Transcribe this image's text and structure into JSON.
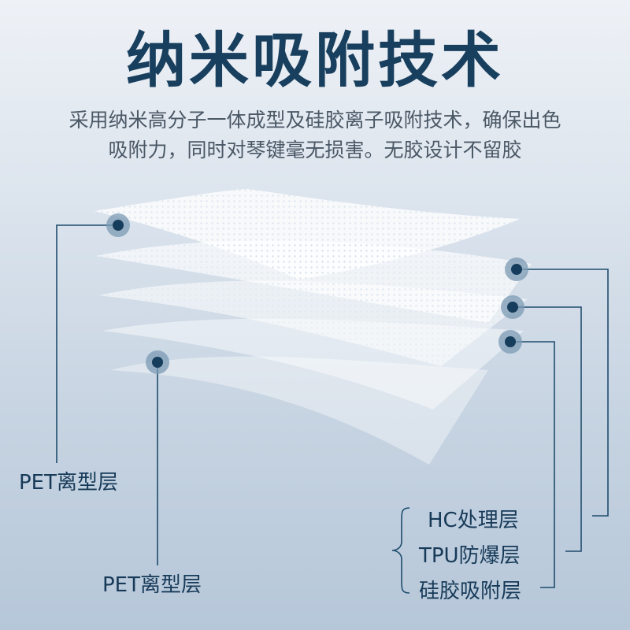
{
  "title": "纳米吸附技术",
  "description": {
    "line1": "采用纳米高分子一体成型及硅胶离子吸附技术，确保出色",
    "line2": "吸附力，同时对琴键毫无损害。无胶设计不留胶"
  },
  "layers": {
    "left_top": "PET离型层",
    "left_bottom": "PET离型层",
    "right_1": "HC处理层",
    "right_2": "TPU防爆层",
    "right_3": "硅胶吸附层"
  },
  "colors": {
    "title": "#183f5e",
    "text": "#4b5866",
    "line": "#1f4d6e",
    "dot": "#163d5c"
  }
}
